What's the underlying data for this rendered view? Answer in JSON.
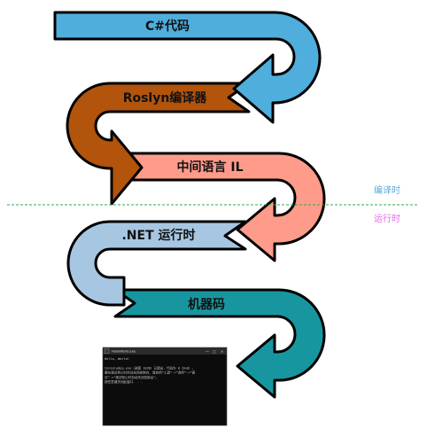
{
  "stages": [
    {
      "label": "C#代码",
      "color": "#4faedc"
    },
    {
      "label": "Roslyn编译器",
      "color": "#b2540b"
    },
    {
      "label": "中间语言 IL",
      "color": "#ff9b8a"
    },
    {
      "label": ".NET 运行时",
      "color": "#a7c6e2"
    },
    {
      "label": "机器码",
      "color": "#1896a0"
    }
  ],
  "divider": {
    "color": "#2ea84a",
    "compile_label": "编译时",
    "compile_color": "#5aa8d6",
    "runtime_label": "运行时",
    "runtime_color": "#e26ae8"
  },
  "console": {
    "title": "HelloWorld.exe",
    "minimize_icon": "minimize-icon",
    "maximize_icon": "maximize-icon",
    "close_icon": "close-icon",
    "lines": [
      "Hello, World!",
      "",
      "ConsoleApp.exe（进程 1036）已退出，代码为 0（0x0）。",
      "要在调试停止时自动关闭控制台，请启用“工具”->“选项”->“调",
      "试”->“调试停止时自动关闭控制台”。",
      "按任意键关闭此窗口. . ."
    ]
  }
}
